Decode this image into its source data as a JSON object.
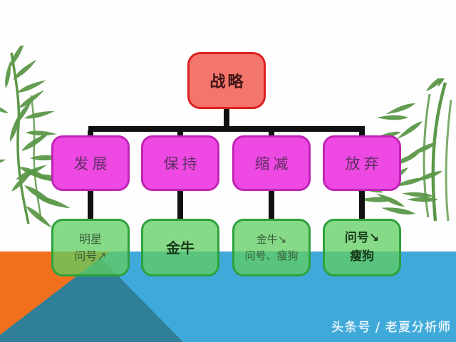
{
  "diagram": {
    "root": {
      "label": "战略"
    },
    "level2": [
      {
        "label": "发展"
      },
      {
        "label": "保持"
      },
      {
        "label": "缩减"
      },
      {
        "label": "放弃"
      }
    ],
    "level3": [
      {
        "line1": "明星",
        "line2": "问号↗",
        "emphasis": false
      },
      {
        "line1": "金牛",
        "line2": "",
        "emphasis": true
      },
      {
        "line1": "金牛↘",
        "line2": "问号、瘦狗",
        "emphasis": false
      },
      {
        "line1": "问号↘",
        "line2": "瘦狗",
        "emphasis": true
      }
    ]
  },
  "watermark": {
    "text": "头条号 / 老夏分析师"
  },
  "colors": {
    "root_fill": "#f4756b",
    "root_border": "#dd2020",
    "level2_fill": "#ee49e2",
    "level2_border": "#bf24b4",
    "level3_fill": "#60cd60",
    "level3_border": "#2da23c",
    "connector": "#111111",
    "water_blue": "#3fa9da",
    "wedge_teal": "#2f7f99",
    "corner_orange": "#f1701e",
    "bamboo_green": "#5c9849"
  }
}
